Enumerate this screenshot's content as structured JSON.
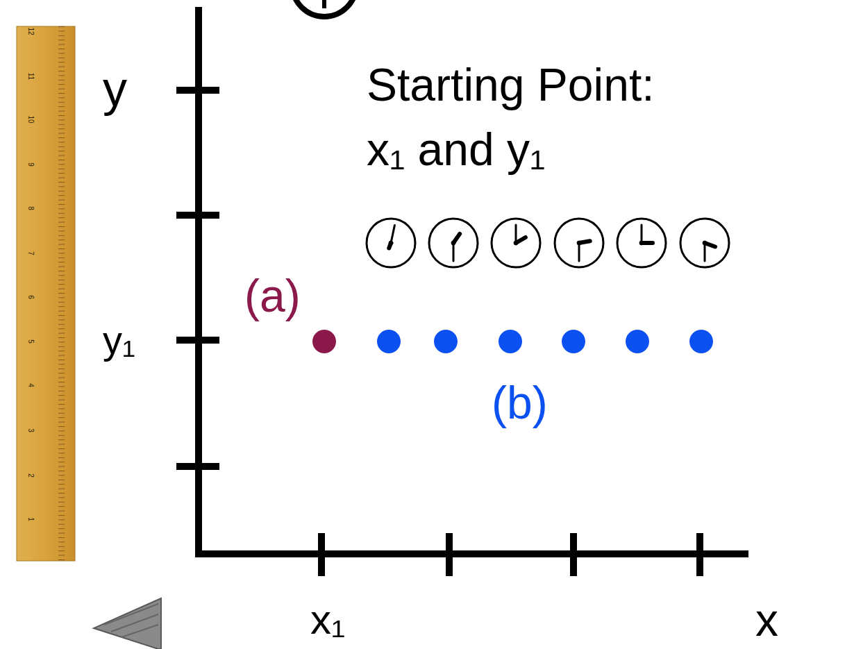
{
  "diagram": {
    "labels": [
      "y",
      "Starting Point:",
      "x₁ and y₁",
      "(a)",
      "y₁",
      "(b)",
      "x₁",
      "x",
      "12",
      "11",
      "10",
      "9",
      "8",
      "7",
      "6",
      "5",
      "4",
      "3",
      "2",
      "1"
    ]
  }
}
